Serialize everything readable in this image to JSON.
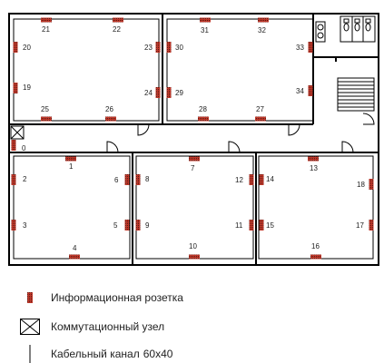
{
  "outlets": [
    {
      "id": "0",
      "label": "0"
    },
    {
      "id": "1",
      "label": "1"
    },
    {
      "id": "2",
      "label": "2"
    },
    {
      "id": "3",
      "label": "3"
    },
    {
      "id": "4",
      "label": "4"
    },
    {
      "id": "5",
      "label": "5"
    },
    {
      "id": "6",
      "label": "6"
    },
    {
      "id": "7",
      "label": "7"
    },
    {
      "id": "8",
      "label": "8"
    },
    {
      "id": "9",
      "label": "9"
    },
    {
      "id": "10",
      "label": "10"
    },
    {
      "id": "11",
      "label": "11"
    },
    {
      "id": "12",
      "label": "12"
    },
    {
      "id": "13",
      "label": "13"
    },
    {
      "id": "14",
      "label": "14"
    },
    {
      "id": "15",
      "label": "15"
    },
    {
      "id": "16",
      "label": "16"
    },
    {
      "id": "17",
      "label": "17"
    },
    {
      "id": "18",
      "label": "18"
    },
    {
      "id": "19",
      "label": "19"
    },
    {
      "id": "20",
      "label": "20"
    },
    {
      "id": "21",
      "label": "21"
    },
    {
      "id": "22",
      "label": "22"
    },
    {
      "id": "23",
      "label": "23"
    },
    {
      "id": "24",
      "label": "24"
    },
    {
      "id": "25",
      "label": "25"
    },
    {
      "id": "26",
      "label": "26"
    },
    {
      "id": "27",
      "label": "27"
    },
    {
      "id": "28",
      "label": "28"
    },
    {
      "id": "29",
      "label": "29"
    },
    {
      "id": "30",
      "label": "30"
    },
    {
      "id": "31",
      "label": "31"
    },
    {
      "id": "32",
      "label": "32"
    },
    {
      "id": "33",
      "label": "33"
    },
    {
      "id": "34",
      "label": "34"
    }
  ],
  "legend": {
    "outlet": "Информационная розетка",
    "switch_node": "Коммутационный узел",
    "cable_channel": "Кабельный канал",
    "cable_channel_size": "60x40"
  },
  "colors": {
    "outlet_fill": "#c0392b",
    "outlet_hatch": "#5a1a14",
    "wall": "#000000",
    "cable": "#333333"
  }
}
